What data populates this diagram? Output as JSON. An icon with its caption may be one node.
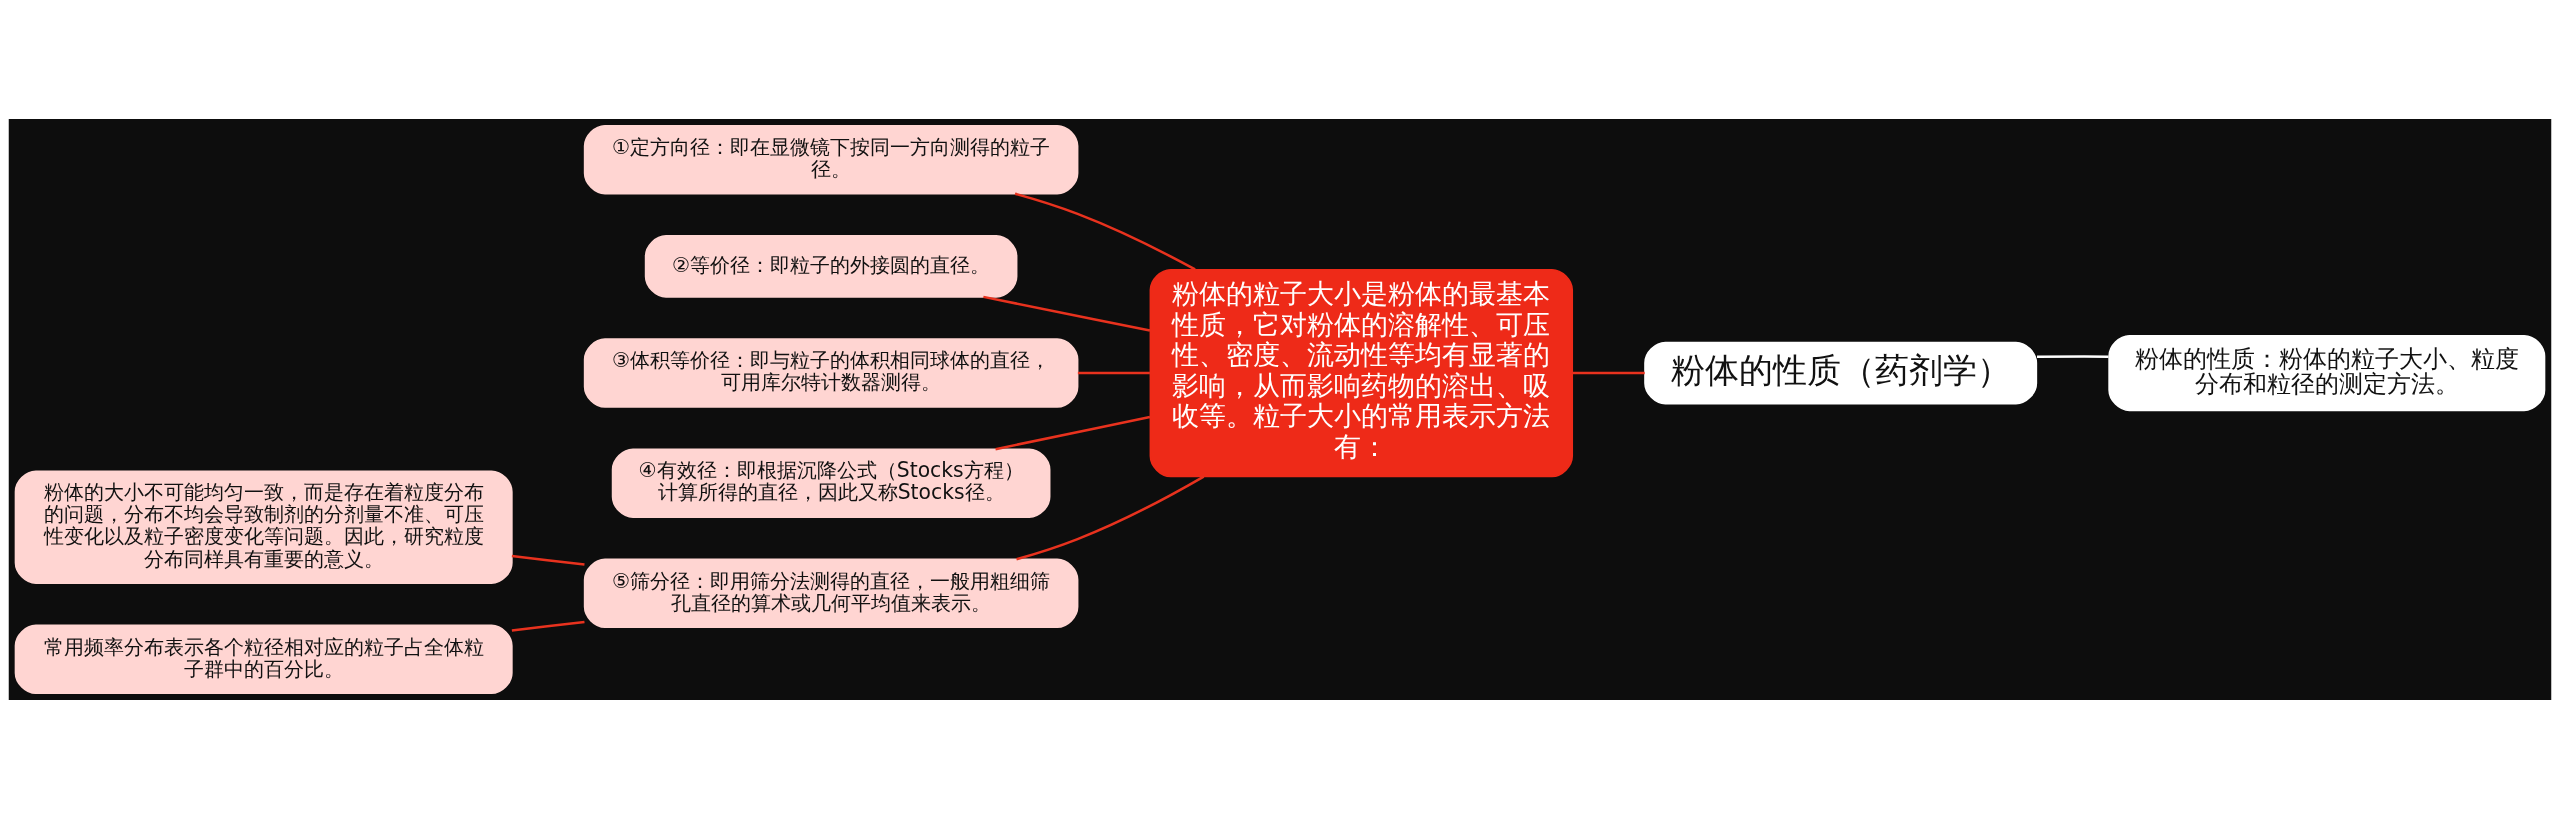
{
  "diagram": {
    "nodes": [
      {
        "text": [
          "粉体的性质（药剂学）"
        ]
      },
      {
        "text": [
          "粉体的性质：粉体的粒子大小、粒度分布和粒径的测定方法。"
        ]
      },
      {
        "text": [
          "粉体的粒子大小是粉体的最基本性质，它对粉体的溶解性、可压性、密度、流动性等均有显著的影响，从而影响药物的溶出、吸收等。粒子大小的常用表示方法有："
        ]
      },
      {
        "text": [
          "①定方向径：即在显微镜下按同一方向测得的粒子径。"
        ]
      },
      {
        "text": [
          "②等价径：即粒子的外接圆的直径。"
        ]
      },
      {
        "text": [
          "③体积等价径：即与粒子的体积相同球体的直径，可用库尔特计数器测得。"
        ]
      },
      {
        "text": [
          "④有效径：即根据沉降公式（Stocks方程）计算所得的直径，因此又称Stocks径。"
        ]
      },
      {
        "text": [
          "⑤筛分径：即用筛分法测得的直径，一般用粗细筛孔直径的算术或几何平均值来表示。"
        ]
      },
      {
        "text": [
          "粉体的大小不可能均匀一致，而是存在着粒度分布的问题，分布不均会导致制剂的分剂量不准、可压性变化以及粒子密度变化等问题。因此，研究粒度分布同样具有重要的意义。"
        ]
      },
      {
        "text": [
          "常用频率分布表示各个粒径相对应的粒子占全体粒子群中的百分比。"
        ]
      }
    ],
    "edges": [
      {
        "from": 0,
        "to": 1,
        "arrow": "none",
        "color": "#ffffff"
      },
      {
        "from": 0,
        "to": 2,
        "arrow": "none"
      },
      {
        "from": 2,
        "to": 3,
        "arrow": "none"
      },
      {
        "from": 2,
        "to": 4,
        "arrow": "none"
      },
      {
        "from": 2,
        "to": 5,
        "arrow": "none"
      },
      {
        "from": 2,
        "to": 6,
        "arrow": "none"
      },
      {
        "from": 2,
        "to": 7,
        "arrow": "none"
      },
      {
        "from": 7,
        "to": 8,
        "arrow": "none"
      },
      {
        "from": 7,
        "to": 9,
        "arrow": "none"
      }
    ]
  }
}
